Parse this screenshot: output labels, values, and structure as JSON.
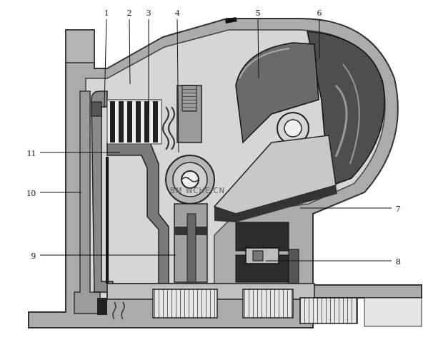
{
  "diagram": {
    "labels": [
      "1",
      "2",
      "3",
      "4",
      "5",
      "6",
      "11",
      "10",
      "9",
      "7",
      "8",
      "BM WCHE.CN"
    ]
  }
}
